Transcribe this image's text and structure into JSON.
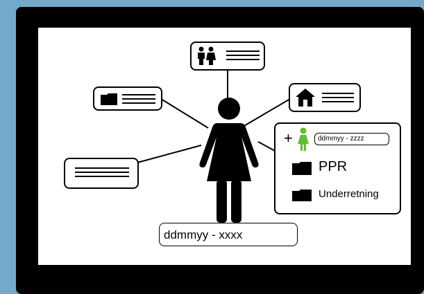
{
  "person": {
    "id_field": "ddmmyy - xxxx"
  },
  "child_panel": {
    "add_symbol": "+",
    "child_id_field": "ddmmyy - zzzz",
    "items": [
      {
        "icon": "folder-icon",
        "label": "PPR"
      },
      {
        "icon": "folder-icon",
        "label": "Underretning"
      }
    ]
  },
  "nodes": {
    "relations": {
      "icon": "couple-icon"
    },
    "documents": {
      "icon": "folder-icon"
    },
    "housing": {
      "icon": "house-icon"
    },
    "notes": {
      "icon": "text-lines-icon"
    }
  },
  "colors": {
    "background": "#74a9c9",
    "device": "#000000",
    "screen": "#ffffff",
    "child_figure": "#5fbf2f"
  }
}
